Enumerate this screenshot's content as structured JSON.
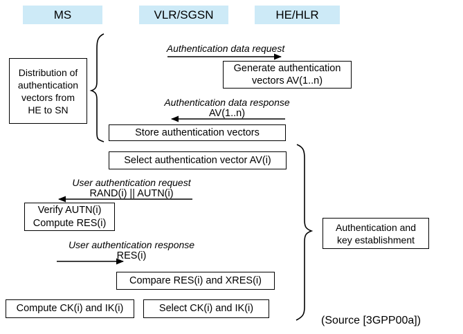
{
  "diagram": {
    "title_caption": "(Source [3GPP00a])",
    "columns": [
      {
        "id": "ms",
        "label": "MS"
      },
      {
        "id": "vlr_sgsn",
        "label": "VLR/SGSN"
      },
      {
        "id": "he_hlr",
        "label": "HE/HLR"
      }
    ],
    "phases": [
      {
        "id": "distribution",
        "label": "Distribution of\nauthentication\nvectors from\nHE to SN"
      },
      {
        "id": "auth_key",
        "label": "Authentication and\nkey establishment"
      }
    ],
    "process_boxes": [
      {
        "id": "generate-av",
        "label": "Generate authentication\nvectors AV(1..n)"
      },
      {
        "id": "store-av",
        "label": "Store authentication vectors"
      },
      {
        "id": "select-av",
        "label": "Select authentication vector AV(i)"
      },
      {
        "id": "verify-autn",
        "label": "Verify AUTN(i)\nCompute RES(i)"
      },
      {
        "id": "compare-res",
        "label": "Compare RES(i) and XRES(i)"
      },
      {
        "id": "compute-ck-ik",
        "label": "Compute CK(i) and IK(i)"
      },
      {
        "id": "select-ck-ik",
        "label": "Select CK(i) and IK(i)"
      }
    ],
    "messages": [
      {
        "id": "auth-data-request",
        "label": "Authentication data request",
        "sublabel": "",
        "direction": "right",
        "from": "vlr_sgsn",
        "to": "he_hlr"
      },
      {
        "id": "auth-data-response",
        "label": "Authentication data response",
        "sublabel": "AV(1..n)",
        "direction": "left",
        "from": "he_hlr",
        "to": "vlr_sgsn"
      },
      {
        "id": "user-auth-request",
        "label": "User authentication request",
        "sublabel": "RAND(i) || AUTN(i)",
        "direction": "left",
        "from": "vlr_sgsn",
        "to": "ms"
      },
      {
        "id": "user-auth-response",
        "label": "User authentication response",
        "sublabel": "RES(i)",
        "direction": "right",
        "from": "ms",
        "to": "vlr_sgsn"
      }
    ],
    "colors": {
      "header_fill": "#cdeaf7",
      "line": "#000000",
      "background": "#ffffff"
    }
  }
}
